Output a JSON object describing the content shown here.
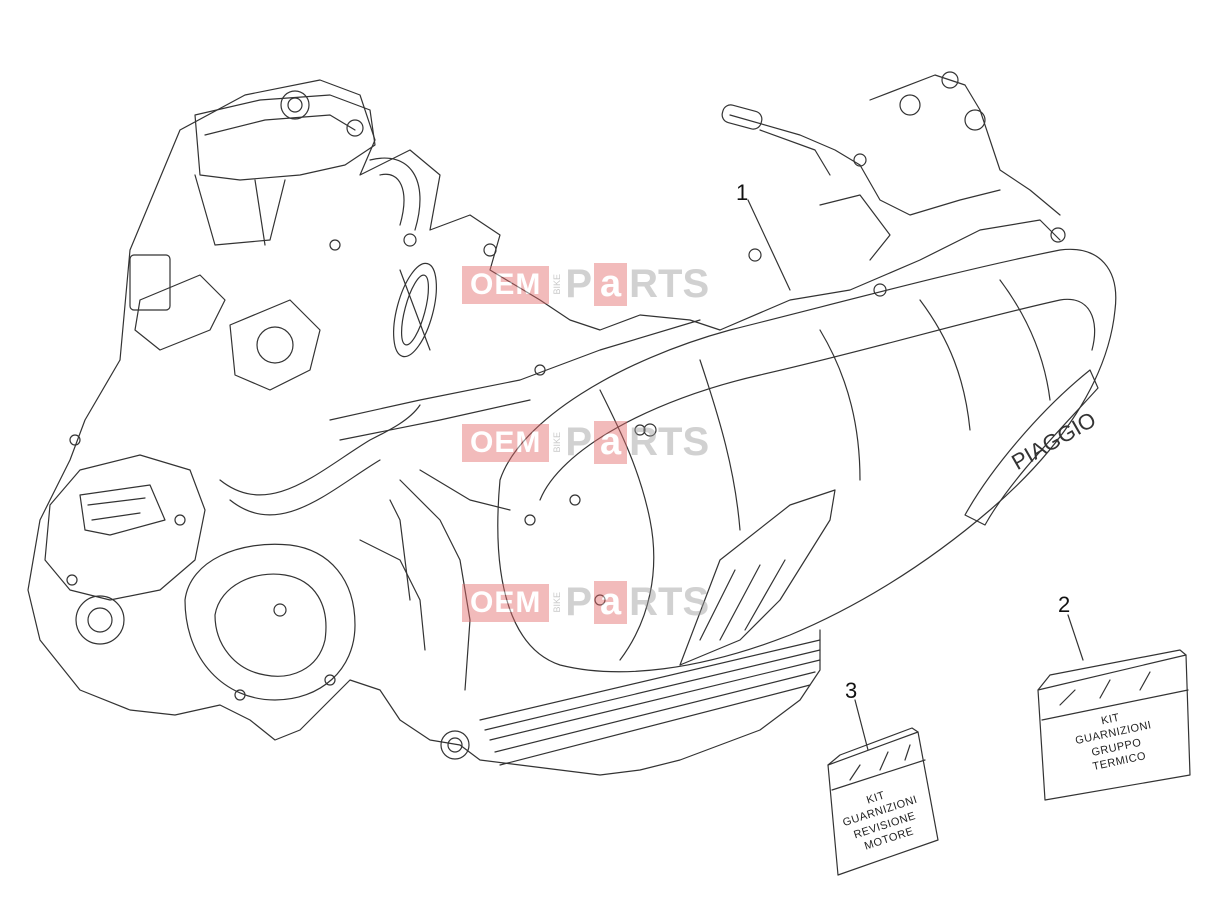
{
  "callouts": [
    {
      "id": "1",
      "label": "1"
    },
    {
      "id": "2",
      "label": "2"
    },
    {
      "id": "3",
      "label": "3"
    }
  ],
  "kits": {
    "kit_2": {
      "line1": "KIT",
      "line2": "GUARNIZIONI",
      "line3": "GRUPPO",
      "line4": "TERMICO"
    },
    "kit_3": {
      "line1": "KIT",
      "line2": "GUARNIZIONI",
      "line3": "REVISIONE",
      "line4": "MOTORE"
    }
  },
  "brand_mark": "PIAGGIO",
  "watermark": {
    "oem": "OEM",
    "bike": "BIKE",
    "p": "P",
    "a": "a",
    "rts": "RTS"
  },
  "colors": {
    "line": "#333333",
    "watermark_red": "#e46a6a",
    "watermark_gray": "#9a9a9a"
  }
}
